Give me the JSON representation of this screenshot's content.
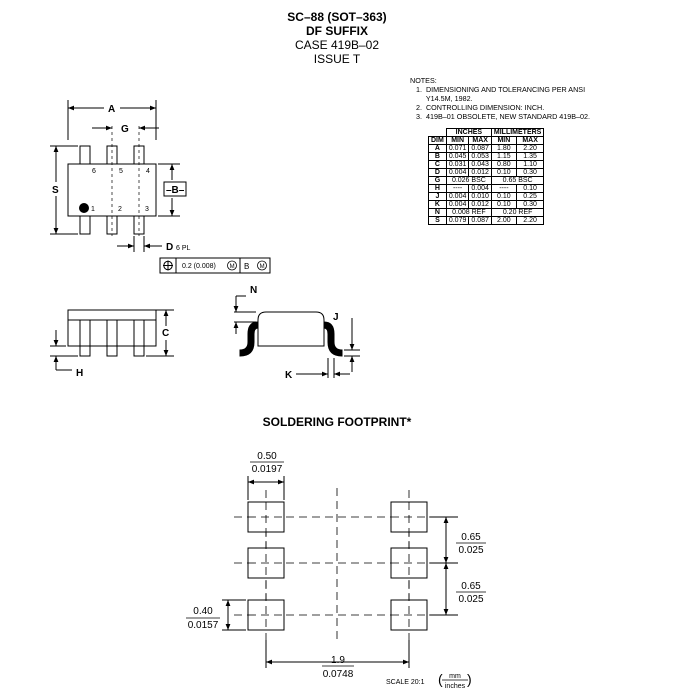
{
  "header": {
    "line1": "SC–88 (SOT–363)",
    "line2": "DF SUFFIX",
    "line3": "CASE 419B–02",
    "line4": "ISSUE T"
  },
  "notes": {
    "title": "NOTES:",
    "items": [
      "1.  DIMENSIONING AND TOLERANCING PER ANSI",
      "     Y14.5M, 1982.",
      "2.  CONTROLLING DIMENSION: INCH.",
      "3.  419B–01 OBSOLETE, NEW STANDARD 419B–02."
    ]
  },
  "dim_table": {
    "group_inches": "INCHES",
    "group_mm": "MILLIMETERS",
    "col_dim": "DIM",
    "col_min": "MIN",
    "col_max": "MAX",
    "rows": [
      {
        "dim": "A",
        "in_min": "0.071",
        "in_max": "0.087",
        "mm_min": "1.80",
        "mm_max": "2.20"
      },
      {
        "dim": "B",
        "in_min": "0.045",
        "in_max": "0.053",
        "mm_min": "1.15",
        "mm_max": "1.35"
      },
      {
        "dim": "C",
        "in_min": "0.031",
        "in_max": "0.043",
        "mm_min": "0.80",
        "mm_max": "1.10"
      },
      {
        "dim": "D",
        "in_min": "0.004",
        "in_max": "0.012",
        "mm_min": "0.10",
        "mm_max": "0.30"
      },
      {
        "dim": "G",
        "in_span": "0.026 BSC",
        "mm_span": "0.65 BSC"
      },
      {
        "dim": "H",
        "in_min": "----",
        "in_max": "0.004",
        "mm_min": "----",
        "mm_max": "0.10"
      },
      {
        "dim": "J",
        "in_min": "0.004",
        "in_max": "0.010",
        "mm_min": "0.10",
        "mm_max": "0.25"
      },
      {
        "dim": "K",
        "in_min": "0.004",
        "in_max": "0.012",
        "mm_min": "0.10",
        "mm_max": "0.30"
      },
      {
        "dim": "N",
        "in_span": "0.008 REF",
        "mm_span": "0.20 REF"
      },
      {
        "dim": "S",
        "in_min": "0.079",
        "in_max": "0.087",
        "mm_min": "2.00",
        "mm_max": "2.20"
      }
    ]
  },
  "top_view": {
    "label_a": "A",
    "label_g": "G",
    "label_s": "S",
    "label_b": "–B–",
    "label_d": "D",
    "label_d_sub": "6 PL",
    "pins_top": [
      "6",
      "5",
      "4"
    ],
    "pins_bottom": [
      "1",
      "2",
      "3"
    ],
    "tolerance": "0.2 (0.008)",
    "tol_m1": "M",
    "tol_b": "B",
    "tol_m2": "M"
  },
  "side_views": {
    "label_c": "C",
    "label_h": "H",
    "label_n": "N",
    "label_j": "J",
    "label_k": "K"
  },
  "footprint": {
    "title": "SOLDERING FOOTPRINT*",
    "w_mm": "0.50",
    "w_in": "0.0197",
    "pitch_mm_1": "0.65",
    "pitch_in_1": "0.025",
    "pitch_mm_2": "0.65",
    "pitch_in_2": "0.025",
    "h_mm": "0.40",
    "h_in": "0.0157",
    "span_mm": "1.9",
    "span_in": "0.0748",
    "scale": "SCALE 20:1",
    "unit_top": "mm",
    "unit_bottom": "inches"
  }
}
